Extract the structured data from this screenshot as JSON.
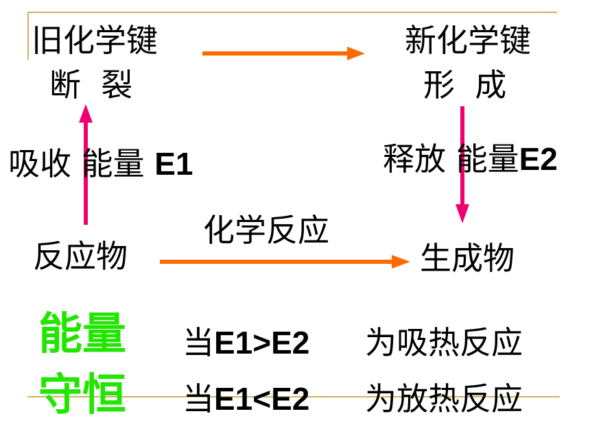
{
  "diagram": {
    "old_bond": {
      "line1": "旧化学键",
      "line2": "断  裂"
    },
    "new_bond": {
      "line1": "新化学键",
      "line2": "形  成"
    },
    "absorb": {
      "prefix": "吸收 能量 ",
      "value": "E1"
    },
    "release": {
      "prefix": "释放 能量",
      "value": "E2"
    },
    "reactant": "反应物",
    "product": "生成物",
    "reaction_label": "化学反应"
  },
  "conservation": {
    "title_line1": "能量",
    "title_line2": "守恒",
    "rows": [
      {
        "cond_prefix": "当",
        "cond_expr": "E1>E2",
        "result": "为吸热反应"
      },
      {
        "cond_prefix": "当",
        "cond_expr": "E1<E2",
        "result": "为放热反应"
      }
    ]
  },
  "colors": {
    "horizontal_arrow": "#ff6a00",
    "vertical_arrow": "#f0006c",
    "highlight_text": "#22e600",
    "decor_line": "#c8b45a"
  }
}
